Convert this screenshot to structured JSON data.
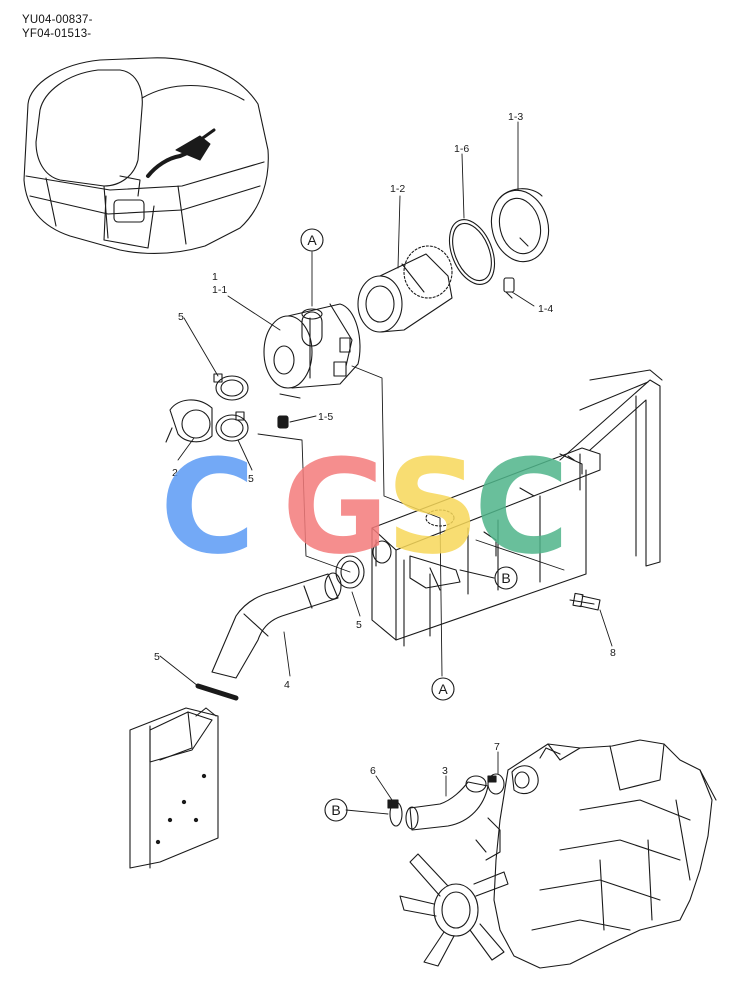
{
  "header": {
    "line1": "YU04-00837-",
    "line2": "YF04-01513-"
  },
  "watermark": {
    "letters": [
      "C",
      "G",
      "S",
      "C"
    ],
    "colors": [
      "#5b9bf5",
      "#f47b7b",
      "#f7d85a",
      "#4fb58a"
    ]
  },
  "callouts": {
    "p1": "1",
    "p1_1": "1-1",
    "p1_2": "1-2",
    "p1_3": "1-3",
    "p1_4": "1-4",
    "p1_5": "1-5",
    "p1_6": "1-6",
    "p2": "2",
    "p3": "3",
    "p4": "4",
    "p5a": "5",
    "p5b": "5",
    "p5c": "5",
    "p5d": "5",
    "p6": "6",
    "p7": "7",
    "p8": "8",
    "refA": "A",
    "refB": "B"
  }
}
